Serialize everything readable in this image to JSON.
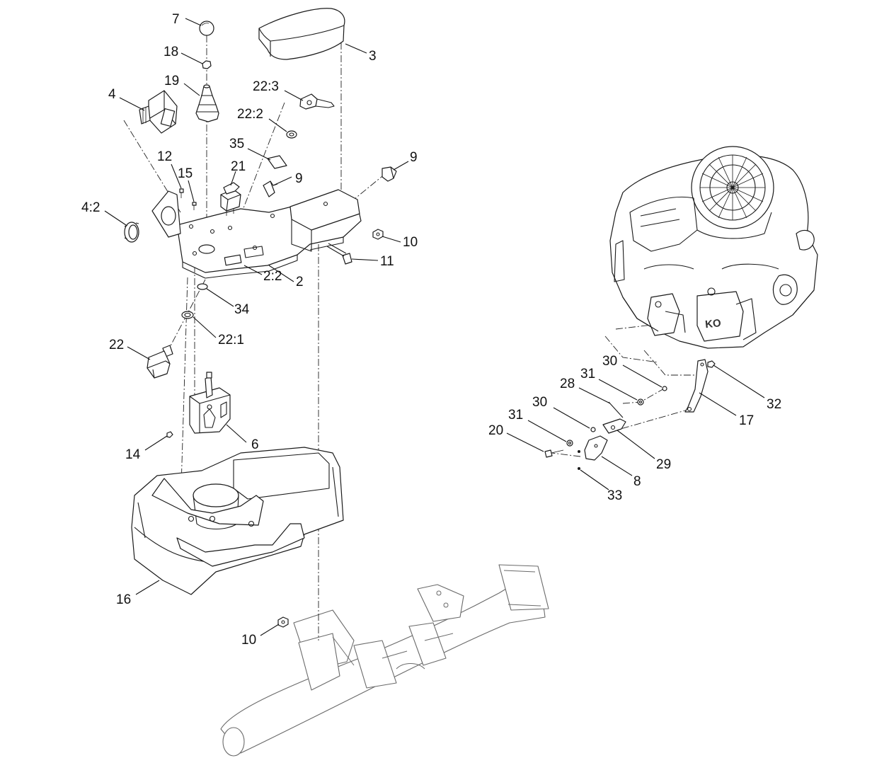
{
  "diagram": {
    "callouts": [
      {
        "id": "c-7",
        "label": "7"
      },
      {
        "id": "c-18",
        "label": "18"
      },
      {
        "id": "c-19",
        "label": "19"
      },
      {
        "id": "c-4",
        "label": "4"
      },
      {
        "id": "c-3",
        "label": "3"
      },
      {
        "id": "c-22-3",
        "label": "22:3"
      },
      {
        "id": "c-22-2",
        "label": "22:2"
      },
      {
        "id": "c-35",
        "label": "35"
      },
      {
        "id": "c-9a",
        "label": "9"
      },
      {
        "id": "c-9b",
        "label": "9"
      },
      {
        "id": "c-21",
        "label": "21"
      },
      {
        "id": "c-12",
        "label": "12"
      },
      {
        "id": "c-15",
        "label": "15"
      },
      {
        "id": "c-4-2",
        "label": "4:2"
      },
      {
        "id": "c-10a",
        "label": "10"
      },
      {
        "id": "c-11",
        "label": "11"
      },
      {
        "id": "c-2",
        "label": "2"
      },
      {
        "id": "c-2-2",
        "label": "2:2"
      },
      {
        "id": "c-34",
        "label": "34"
      },
      {
        "id": "c-22-1",
        "label": "22:1"
      },
      {
        "id": "c-22",
        "label": "22"
      },
      {
        "id": "c-6",
        "label": "6"
      },
      {
        "id": "c-14",
        "label": "14"
      },
      {
        "id": "c-16",
        "label": "16"
      },
      {
        "id": "c-10b",
        "label": "10"
      },
      {
        "id": "c-30a",
        "label": "30"
      },
      {
        "id": "c-31a",
        "label": "31"
      },
      {
        "id": "c-28",
        "label": "28"
      },
      {
        "id": "c-32",
        "label": "32"
      },
      {
        "id": "c-30b",
        "label": "30"
      },
      {
        "id": "c-31b",
        "label": "31"
      },
      {
        "id": "c-20",
        "label": "20"
      },
      {
        "id": "c-17",
        "label": "17"
      },
      {
        "id": "c-29",
        "label": "29"
      },
      {
        "id": "c-8",
        "label": "8"
      },
      {
        "id": "c-33",
        "label": "33"
      }
    ]
  }
}
